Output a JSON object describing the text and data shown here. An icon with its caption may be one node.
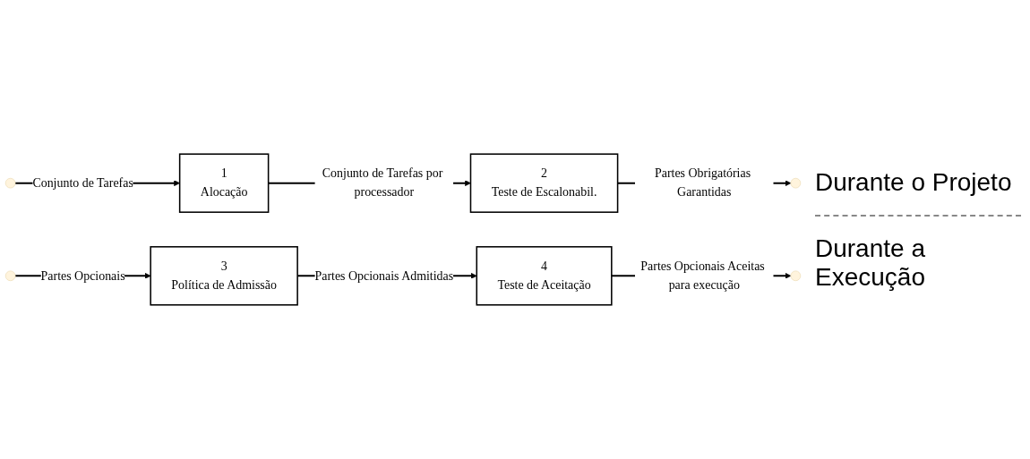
{
  "diagram": {
    "nodes": [
      {
        "text": [
          "1",
          "Alocação"
        ]
      },
      {
        "text": [
          "2",
          "Teste de Escalonabil."
        ]
      },
      {
        "text": [
          "3",
          "Política de Admissão"
        ]
      },
      {
        "text": [
          "4",
          "Teste de Aceitação"
        ]
      }
    ],
    "edges": [
      {
        "from": null,
        "to": 0,
        "arrow": "to",
        "label": "Conjunto de Tarefas"
      },
      {
        "from": 0,
        "to": 1,
        "arrow": "to",
        "label": "Conjunto de Tarefas por processador"
      },
      {
        "from": 1,
        "to": null,
        "arrow": "to",
        "label": "Partes Obrigatórias Garantidas"
      },
      {
        "from": null,
        "to": 2,
        "arrow": "to",
        "label": "Partes Opcionais"
      },
      {
        "from": 2,
        "to": 3,
        "arrow": "to",
        "label": "Partes Opcionais Admitidas"
      },
      {
        "from": 3,
        "to": null,
        "arrow": "to",
        "label": "Partes Opcionais Aceitas para execução"
      }
    ],
    "labels": [
      "Durante o Projeto",
      "Durante a Execução"
    ]
  }
}
